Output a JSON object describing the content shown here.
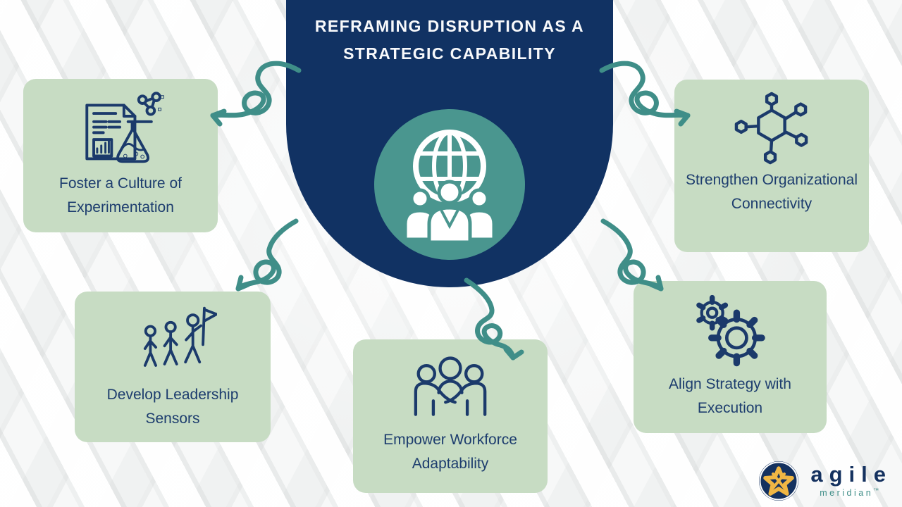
{
  "title": "REFRAMING DISRUPTION AS A STRATEGIC CAPABILITY",
  "center": {
    "icon": "globe-team-icon"
  },
  "boxes": [
    {
      "label": "Foster a Culture of Experimentation",
      "icon": "experiment-report-icon"
    },
    {
      "label": "Strengthen Organizational Connectivity",
      "icon": "network-nodes-icon"
    },
    {
      "label": "Develop Leadership Sensors",
      "icon": "leaders-flag-icon"
    },
    {
      "label": "Empower Workforce Adaptability",
      "icon": "team-people-icon"
    },
    {
      "label": "Align Strategy with Execution",
      "icon": "gears-icon"
    }
  ],
  "logo": {
    "brand": "agile",
    "sub": "meridian",
    "tm": "™"
  },
  "colors": {
    "navy": "#113263",
    "card_green": "#c7dcc3",
    "text_navy": "#1d3d6e",
    "icon_navy": "#1b3a6b",
    "arrow_teal": "#3f8e88",
    "emblem_teal": "#4a968f",
    "logo_gold": "#efb644",
    "background": "#eef0f0"
  }
}
